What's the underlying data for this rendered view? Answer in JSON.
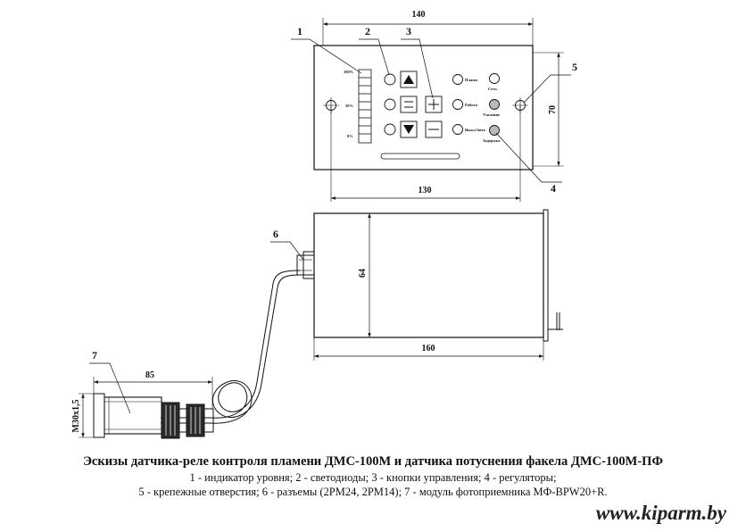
{
  "callouts": {
    "c1": "1",
    "c2": "2",
    "c3": "3",
    "c4": "4",
    "c5": "5",
    "c6": "6",
    "c7": "7"
  },
  "dimensions": {
    "panel_width": "140",
    "panel_hole_spacing": "130",
    "panel_height": "70",
    "body_length": "160",
    "body_diameter": "64",
    "sensor_length": "85",
    "thread": "М30х1,5"
  },
  "level_scale": {
    "top": "100%",
    "middle": "50%",
    "bottom": "0%"
  },
  "panel_labels": {
    "l1": "Пламя",
    "l2": "Работа",
    "l3": "Выкл/Авто",
    "l4": "Сеть",
    "l5": "Усиление",
    "l6": "Задержка"
  },
  "caption": {
    "title": "Эскизы датчика-реле контроля пламени ДМС-100М и датчика потуснения факела ДМС-100М-ПФ",
    "line1": "1 - индикатор уровня; 2 - светодиоды; 3 - кнопки управления; 4 - регуляторы;",
    "line2": "5 - крепежные отверстия; 6 - разъемы (2РМ24, 2РМ14); 7 - модуль фотоприемника МФ-BPW20+R."
  },
  "watermark": "www.kiparm.by"
}
